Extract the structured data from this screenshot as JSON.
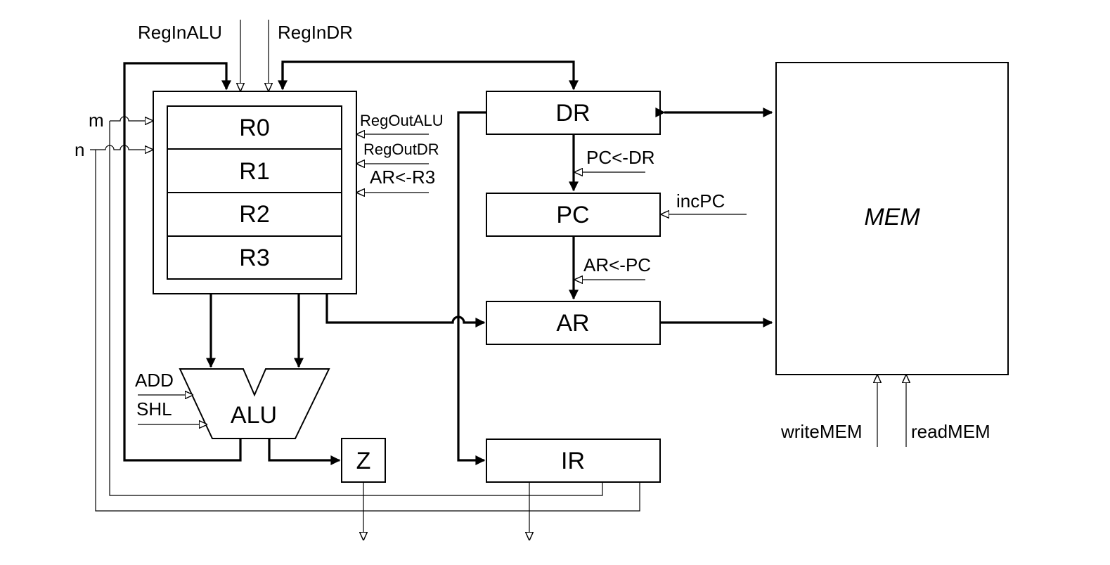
{
  "registers": [
    "R0",
    "R1",
    "R2",
    "R3"
  ],
  "blocks": {
    "dr": "DR",
    "pc": "PC",
    "ar": "AR",
    "ir": "IR",
    "alu": "ALU",
    "z": "Z",
    "mem": "MEM"
  },
  "signals": {
    "reg_in_alu": "RegInALU",
    "reg_in_dr": "RegInDR",
    "reg_out_alu": "RegOutALU",
    "reg_out_dr": "RegOutDR",
    "ar_from_r3": "AR<-R3",
    "pc_from_dr": "PC<-DR",
    "inc_pc": "incPC",
    "ar_from_pc": "AR<-PC",
    "add": "ADD",
    "shl": "SHL",
    "write_mem": "writeMEM",
    "read_mem": "readMEM",
    "m": "m",
    "n": "n"
  }
}
